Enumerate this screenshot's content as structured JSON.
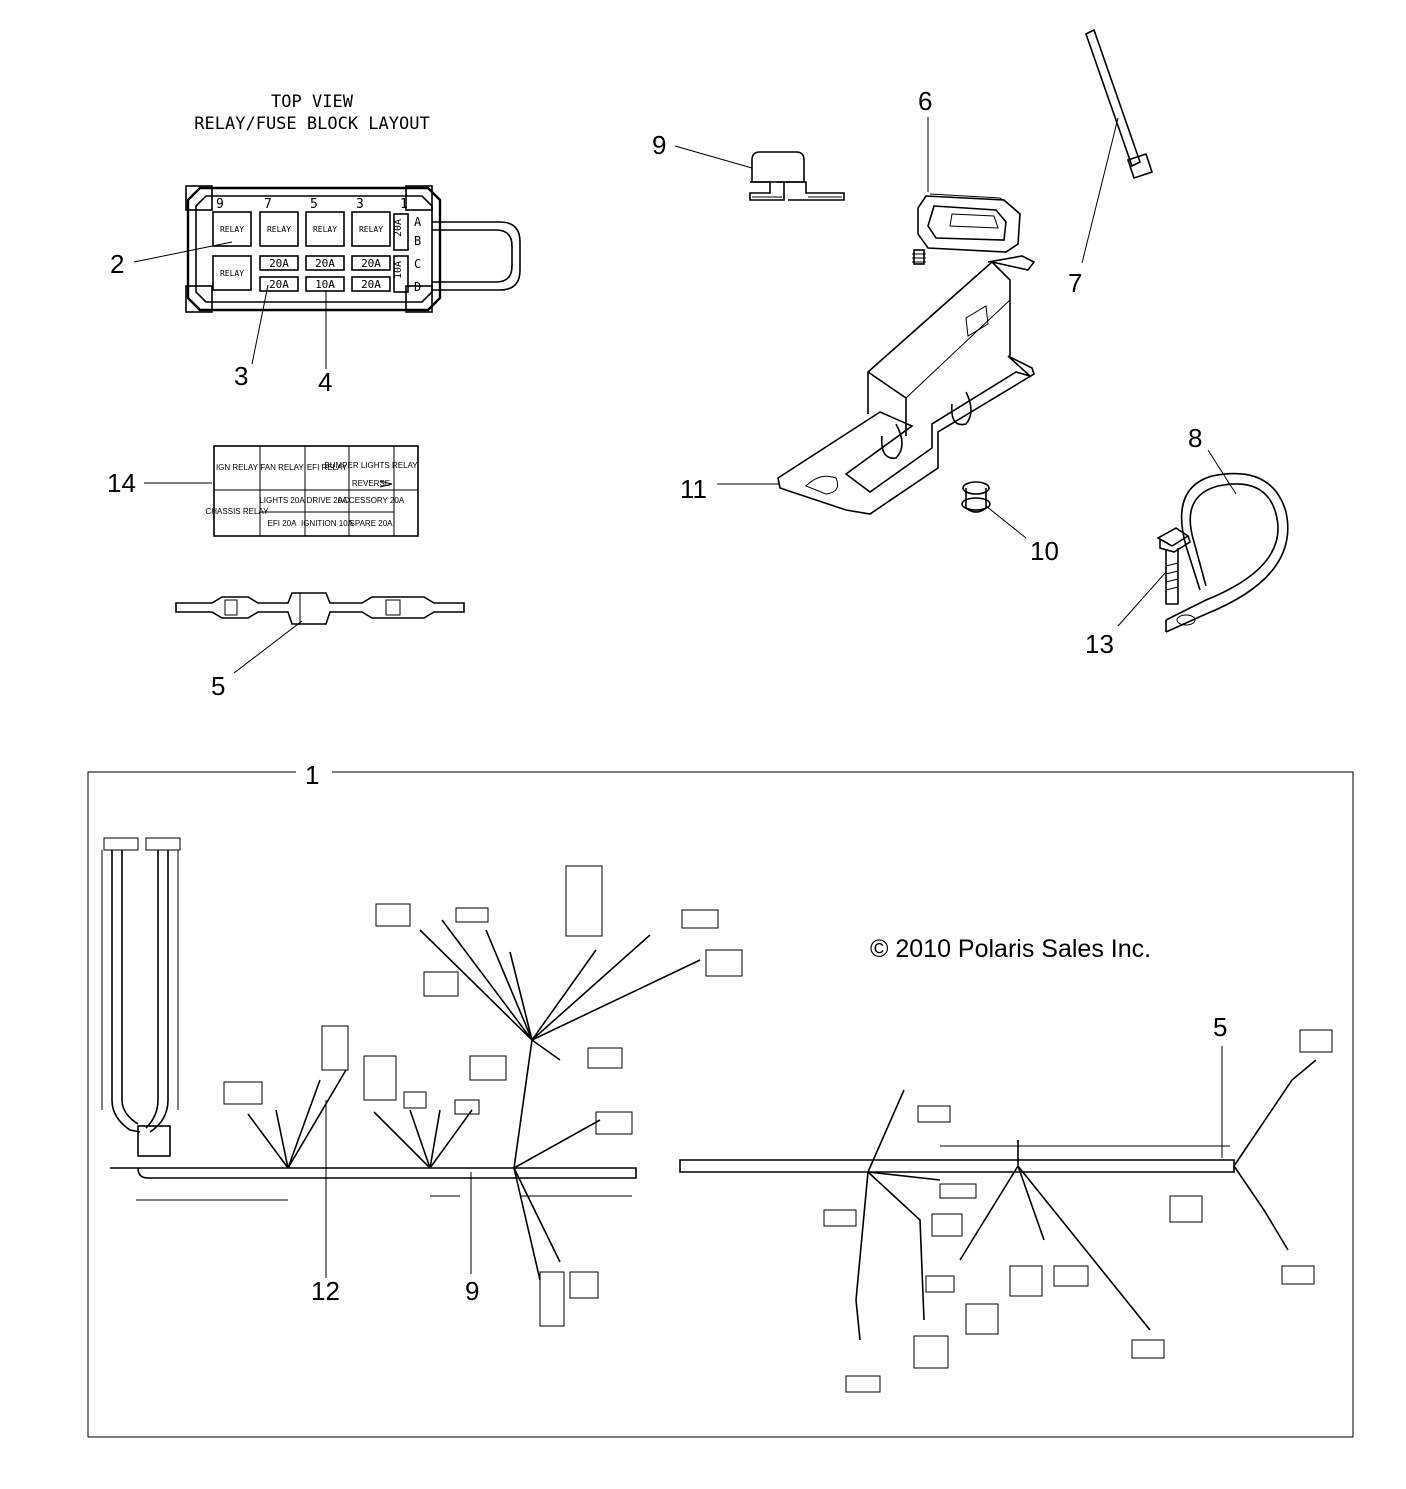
{
  "header": {
    "line1": "TOP VIEW",
    "line2": "RELAY/FUSE BLOCK LAYOUT"
  },
  "fuse_block": {
    "top_numbers": [
      "9",
      "7",
      "5",
      "3",
      "1"
    ],
    "row_letters": [
      "A",
      "B",
      "C",
      "D"
    ],
    "relay_label": "RELAY",
    "fuses_row_c": [
      "20A",
      "20A",
      "20A"
    ],
    "fuses_row_d": [
      "20A",
      "10A",
      "20A"
    ],
    "side_fuses": [
      "20A",
      "10A"
    ]
  },
  "decal": {
    "r1": [
      "IGN RELAY",
      "FAN RELAY",
      "EFI RELAY",
      "BUMPER LIGHTS RELAY"
    ],
    "r2": [
      "CHASSIS RELAY",
      "LIGHTS 20A",
      "DRIVE 20A",
      "ACCESSORY 20A"
    ],
    "r3": [
      "EFI 20A",
      "IGNITION 10A",
      "SPARE 20A"
    ],
    "note": "REVERSE"
  },
  "callouts": {
    "c1": "1",
    "c2": "2",
    "c3": "3",
    "c4": "4",
    "c5a": "5",
    "c5b": "5",
    "c6": "6",
    "c7": "7",
    "c8": "8",
    "c9a": "9",
    "c9b": "9",
    "c10": "10",
    "c11": "11",
    "c12": "12",
    "c13": "13",
    "c14": "14"
  },
  "copyright": "© 2010 Polaris Sales Inc."
}
